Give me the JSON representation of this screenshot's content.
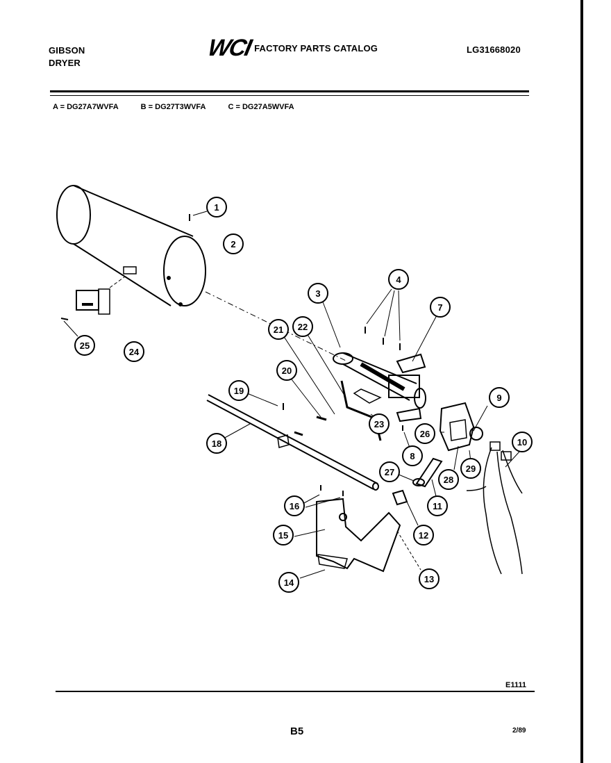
{
  "header": {
    "brand_line1": "GIBSON",
    "brand_line2": "DRYER",
    "logo": "WCI",
    "catalog_title": "FACTORY PARTS CATALOG",
    "catalog_number": "LG31668020"
  },
  "models": [
    "A = DG27A7WVFA",
    "B = DG27T3WVFA",
    "C = DG27A5WVFA"
  ],
  "callouts": [
    "1",
    "2",
    "3",
    "4",
    "7",
    "8",
    "9",
    "10",
    "11",
    "12",
    "13",
    "14",
    "15",
    "16",
    "18",
    "19",
    "20",
    "21",
    "22",
    "23",
    "24",
    "25",
    "26",
    "27",
    "28",
    "29"
  ],
  "footer": {
    "figure_code": "E1111",
    "page": "B5",
    "date": "2/89"
  }
}
